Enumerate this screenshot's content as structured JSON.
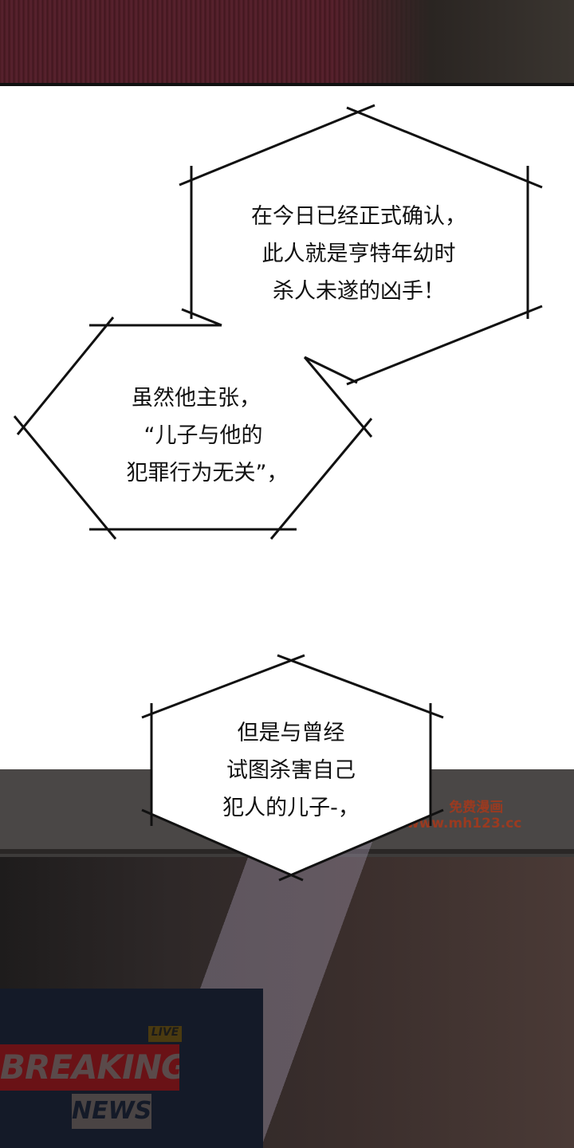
{
  "bubbles": [
    {
      "lines": [
        "在今日已经正式确认，",
        "此人就是亨特年幼时",
        "杀人未遂的凶手！"
      ]
    },
    {
      "lines": [
        "虽然他主张，",
        "“儿子与他的",
        "犯罪行为无关”，"
      ]
    },
    {
      "lines": [
        "但是与曾经",
        "试图杀害自己",
        "犯人的儿子-，"
      ]
    }
  ],
  "news": {
    "live": "LIVE",
    "breaking": "BREAKING",
    "news": "NEWS"
  },
  "watermark": {
    "line1": "免费漫画",
    "line2": "www.mh123.cc"
  }
}
